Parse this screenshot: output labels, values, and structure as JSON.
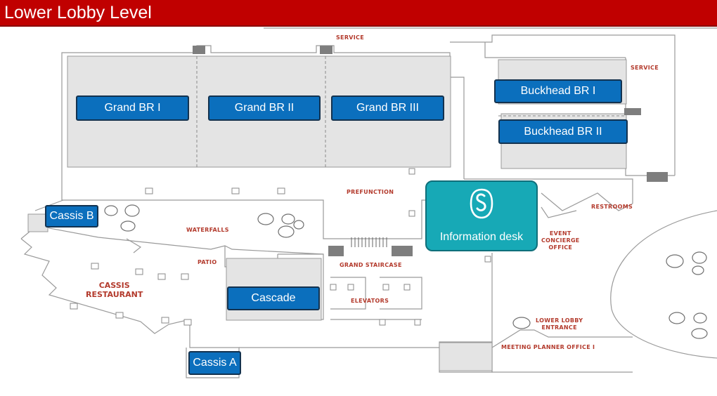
{
  "title": "Lower Lobby Level",
  "colors": {
    "title_bar": "#c00000",
    "room_button": "#0b6fbd",
    "info_desk": "#17a9b6",
    "floor_fill": "#e4e4e4",
    "plan_labels": "#b33a2c"
  },
  "rooms": {
    "grand_br_1": "Grand BR I",
    "grand_br_2": "Grand BR II",
    "grand_br_3": "Grand BR III",
    "buckhead_br_1": "Buckhead BR I",
    "buckhead_br_2": "Buckhead BR II",
    "cassis_b": "Cassis B",
    "cascade": "Cascade",
    "cassis_a": "Cassis A"
  },
  "info_desk": {
    "label": "Information desk",
    "icon": "concierge-swirl-icon"
  },
  "plan_labels": {
    "service_top": "SERVICE",
    "service_right": "SERVICE",
    "prefunction": "PREFUNCTION",
    "restrooms": "RESTROOMS",
    "waterfalls": "WATERFALLS",
    "event_concierge": [
      "EVENT",
      "CONCIERGE",
      "OFFICE"
    ],
    "patio": "PATIO",
    "grand_staircase": "GRAND STAIRCASE",
    "cassis_restaurant": [
      "CASSIS",
      "RESTAURANT"
    ],
    "elevators": "ELEVATORS",
    "lower_lobby_entrance": [
      "LOWER LOBBY",
      "ENTRANCE"
    ],
    "meeting_planner_office": "MEETING PLANNER OFFICE I"
  }
}
